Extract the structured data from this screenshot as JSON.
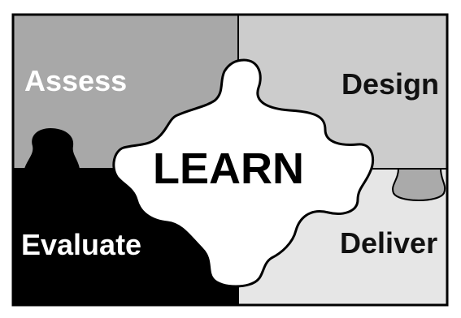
{
  "puzzle": {
    "center_label": "LEARN",
    "pieces": {
      "assess": {
        "label": "Assess",
        "fill": "#a8a8a8",
        "text_color": "#ffffff"
      },
      "design": {
        "label": "Design",
        "fill": "#cccccc",
        "text_color": "#111111"
      },
      "evaluate": {
        "label": "Evaluate",
        "fill": "#000000",
        "text_color": "#ffffff"
      },
      "deliver": {
        "label": "Deliver",
        "fill": "#e6e6e6",
        "text_color": "#111111"
      }
    },
    "center_fill": "#ffffff",
    "outline_color": "#000000"
  }
}
